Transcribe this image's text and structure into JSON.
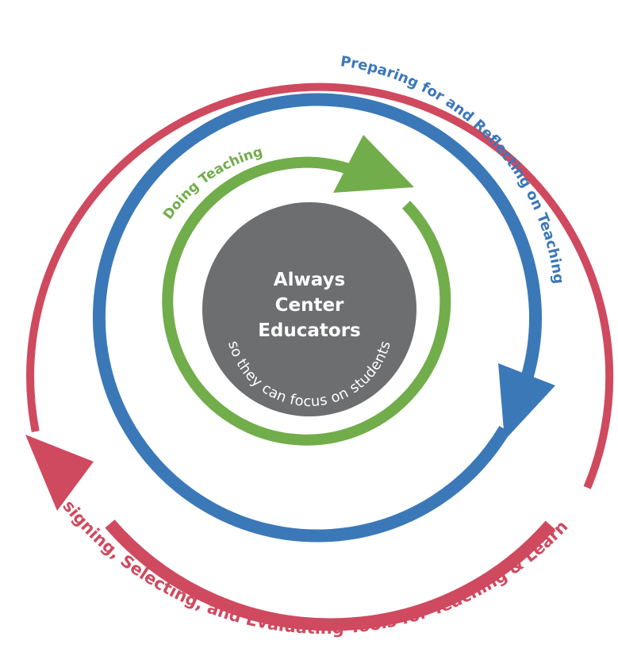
{
  "center": {
    "lines": [
      "Always",
      "Center",
      "Educators"
    ],
    "subtitle": "so they can focus on students"
  },
  "rings": {
    "inner": {
      "label": "Doing Teaching"
    },
    "middle": {
      "label": "Preparing for and Reflecting on Teaching"
    },
    "outer": {
      "label": "Designing, Selecting, and Evaluating Tools for Teaching & Learning"
    }
  },
  "colors": {
    "center": "#6d6e70",
    "center_text": "#ffffff",
    "inner": "#71ad4a",
    "middle": "#3b78b8",
    "outer": "#cf4a5f"
  }
}
